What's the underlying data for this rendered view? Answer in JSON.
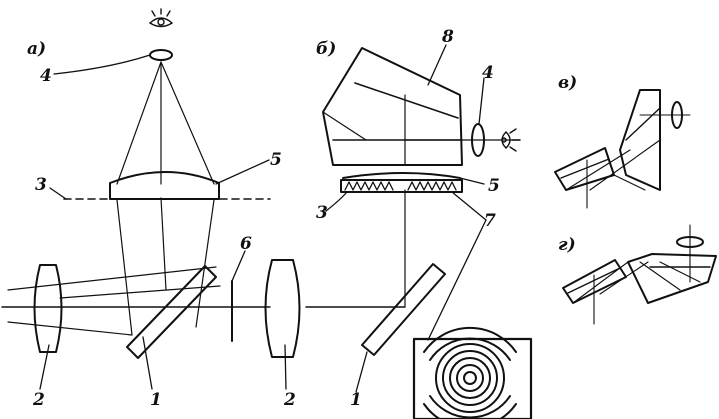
{
  "colors": {
    "ink": "#111111",
    "background": "#ffffff"
  },
  "panels": {
    "a": {
      "label": "а)"
    },
    "b": {
      "label": "б)"
    },
    "v": {
      "label": "в)"
    },
    "g": {
      "label": "г)"
    }
  },
  "labels": {
    "a_mirror": "1",
    "a_lens": "2",
    "a_focal_plane": "3",
    "a_eyepiece": "4",
    "a_field_lens": "5",
    "a_diaphragm": "6",
    "b_mirror": "1",
    "b_lens": "2",
    "b_focal_plane": "3",
    "b_eyepiece": "4",
    "b_field_lens": "5",
    "b_fresnel": "7",
    "b_prism": "8"
  },
  "icons": [
    "eye-icon-top",
    "eye-icon-side"
  ]
}
